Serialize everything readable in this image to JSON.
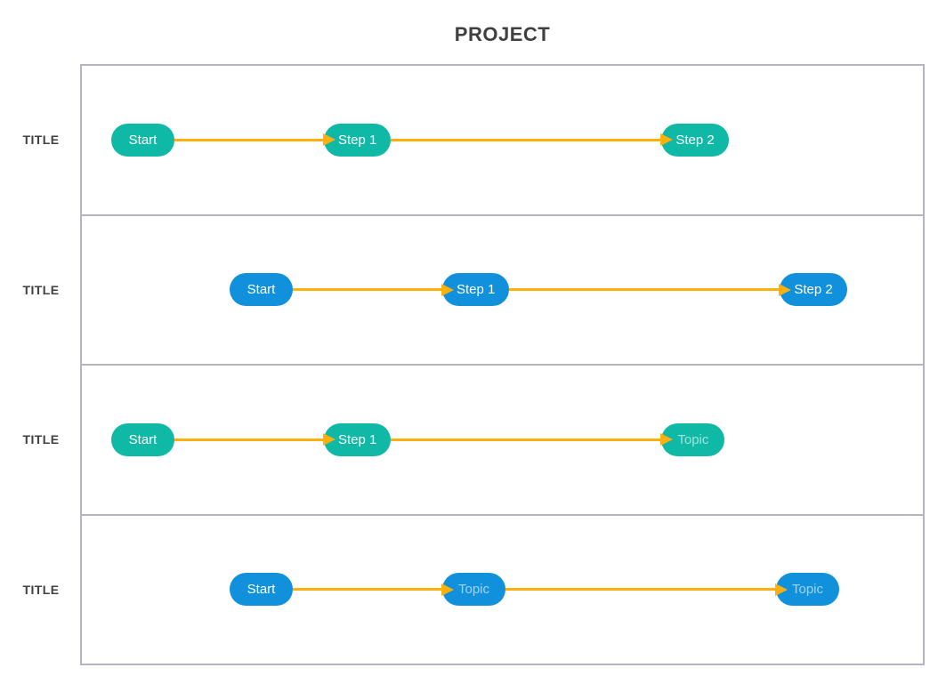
{
  "page_title": "PROJECT",
  "colors": {
    "teal_node": "#10b9a6",
    "blue_node": "#1191db",
    "arrow": "#ffb00c",
    "frame_border": "#b7b4c2",
    "heading_text": "#404040"
  },
  "lanes": [
    {
      "label": "TITLE",
      "theme": "teal",
      "nodes": [
        {
          "text": "Start",
          "placeholder": false
        },
        {
          "text": "Step 1",
          "placeholder": false
        },
        {
          "text": "Step 2",
          "placeholder": false
        }
      ]
    },
    {
      "label": "TITLE",
      "theme": "blue",
      "nodes": [
        {
          "text": "Start",
          "placeholder": false
        },
        {
          "text": "Step 1",
          "placeholder": false
        },
        {
          "text": "Step 2",
          "placeholder": false
        }
      ]
    },
    {
      "label": "TITLE",
      "theme": "teal",
      "nodes": [
        {
          "text": "Start",
          "placeholder": false
        },
        {
          "text": "Step 1",
          "placeholder": false
        },
        {
          "text": "Topic",
          "placeholder": true
        }
      ]
    },
    {
      "label": "TITLE",
      "theme": "blue",
      "nodes": [
        {
          "text": "Start",
          "placeholder": false
        },
        {
          "text": "Topic",
          "placeholder": true
        },
        {
          "text": "Topic",
          "placeholder": true
        }
      ]
    }
  ]
}
